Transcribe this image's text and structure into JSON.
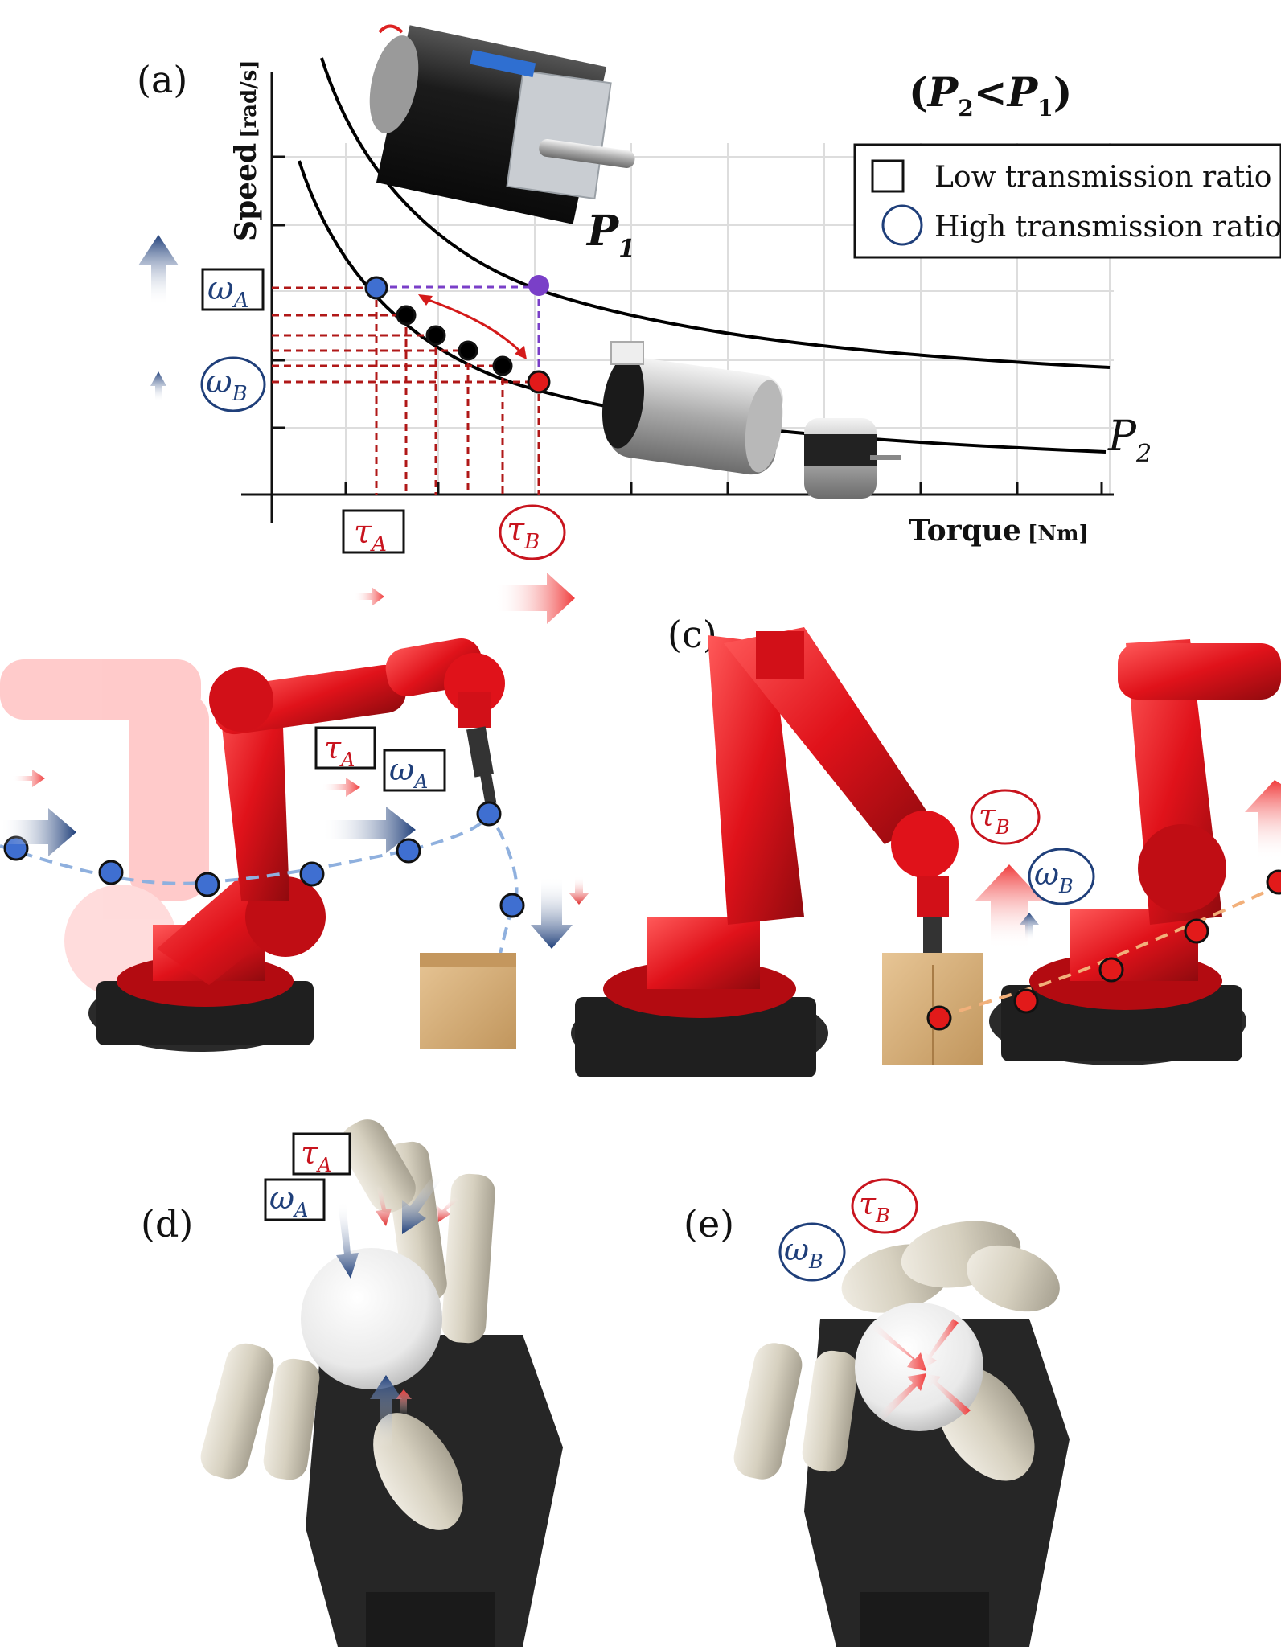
{
  "panels": {
    "a": "(a)",
    "c": "(c)",
    "d": "(d)",
    "e": "(e)"
  },
  "graph": {
    "xlabel_main": "Torque",
    "xlabel_unit": "[Nm]",
    "ylabel_main": "Speed",
    "ylabel_unit": "[rad/s]",
    "condition": {
      "open": "(",
      "p2": "P",
      "p2_sub": "2",
      "lt": "<",
      "p1": "P",
      "p1_sub": "1",
      "close": ")"
    },
    "curve_p1": {
      "letter": "P",
      "sub": "1"
    },
    "curve_p2": {
      "letter": "P",
      "sub": "2"
    },
    "legend": {
      "low": "Low transmission ratio",
      "high": "High transmission ratio"
    }
  },
  "symbols": {
    "omega": "ω",
    "tau": "τ",
    "sub_a": "A",
    "sub_b": "B"
  },
  "colors": {
    "robot_red": "#e0121a",
    "tau_red": "#c8141e",
    "omega_blue": "#1f3f7a",
    "point_blue": "#3f6fd1",
    "point_red": "#e21a1a",
    "point_purple": "#7a3fc8",
    "path_blue": "#8fb0de",
    "path_orange": "#f2b07a",
    "box_tan": "#d9b07a",
    "hand_beige": "#d9d4c4",
    "hand_dark": "#2a2a2a"
  },
  "icons": [
    "dc-motor-large-icon",
    "dc-motor-small-icon",
    "robot-arm-icon",
    "robotic-hand-icon",
    "golf-ball-icon",
    "cardboard-box-icon"
  ]
}
